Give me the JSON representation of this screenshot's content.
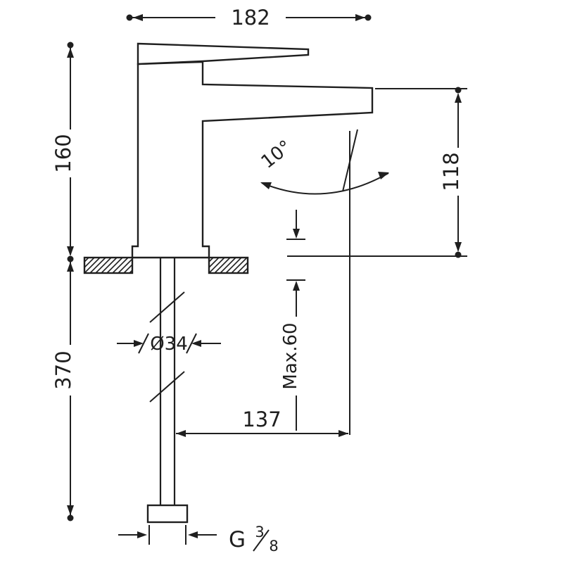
{
  "drawing": {
    "type": "faucet-dimension-drawing",
    "labels": {
      "width": "182",
      "height_upper": "160",
      "height_lower": "370",
      "spout_height": "118",
      "angle": "10°",
      "diameter": "Ø34",
      "max_thickness": "Max.60",
      "reach": "137",
      "thread_prefix": "G",
      "thread_numerator": "3",
      "thread_denominator": "8"
    },
    "colors": {
      "line": "#1f1f1f",
      "background": "#ffffff"
    }
  }
}
